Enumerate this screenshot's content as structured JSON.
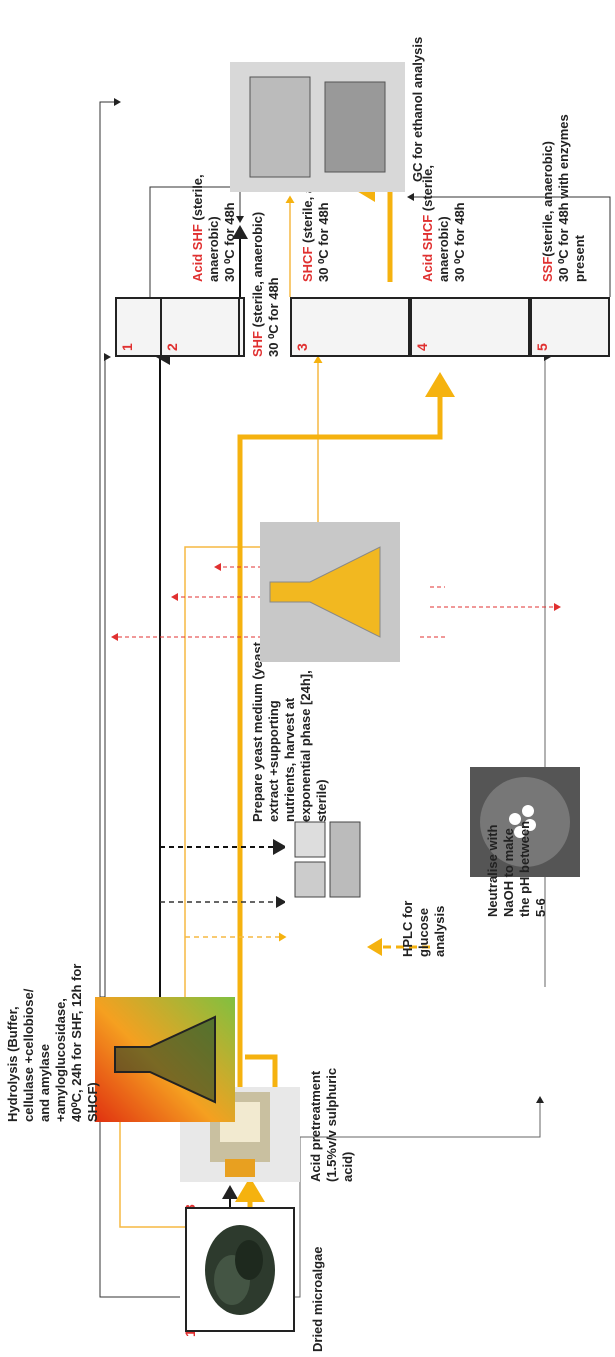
{
  "labels": {
    "dried_microalgae": "Dried microalgae",
    "acid_pretreatment": "Acid pretreatment (1.5%v/v sulphuric acid)",
    "hydrolysis": "Hydrolysis (Buffer, cellulase +cellobiose/ and amylase +amyloglucosidase, 40⁰C, 24h for SHF, 12h for SHCF)",
    "neutralise": "Neutralise with NaOH to make the pH between 5-6",
    "hplc": "HPLC for glucose analysis",
    "prepare_yeast": "Prepare yeast medium (yeast extract +supporting nutrients, harvest at exponential phase [24h], sterile)",
    "gc": "GC for ethanol analysis"
  },
  "route_numbers": [
    "1",
    "2",
    "3",
    "4",
    "5"
  ],
  "fermentations": [
    {
      "number": "1",
      "name": "SHF",
      "condition_line1": " (sterile, anaerobic)",
      "condition_line2": "30 ⁰C for 48h"
    },
    {
      "number": "2",
      "name": "Acid SHF",
      "condition_line1": " (sterile, anaerobic)",
      "condition_line2": "30 ⁰C for 48h"
    },
    {
      "number": "3",
      "name": "SHCF",
      "condition_line1": " (sterile, anaerobic)",
      "condition_line2": "30 ⁰C for 48h"
    },
    {
      "number": "4",
      "name": "Acid SHCF",
      "condition_line1": " (sterile, anaerobic)",
      "condition_line2": "30 ⁰C for 48h"
    },
    {
      "number": "5",
      "name": "SSF",
      "condition_line1": "(sterile, anaerobic)",
      "condition_line2": "30 ⁰C for 48h with enzymes present"
    }
  ],
  "colors": {
    "route1": "#333333",
    "route2": "#111111",
    "route3": "#f5b942",
    "route4": "#f5b20f",
    "route5": "#666666",
    "accent_red": "#e03030"
  }
}
